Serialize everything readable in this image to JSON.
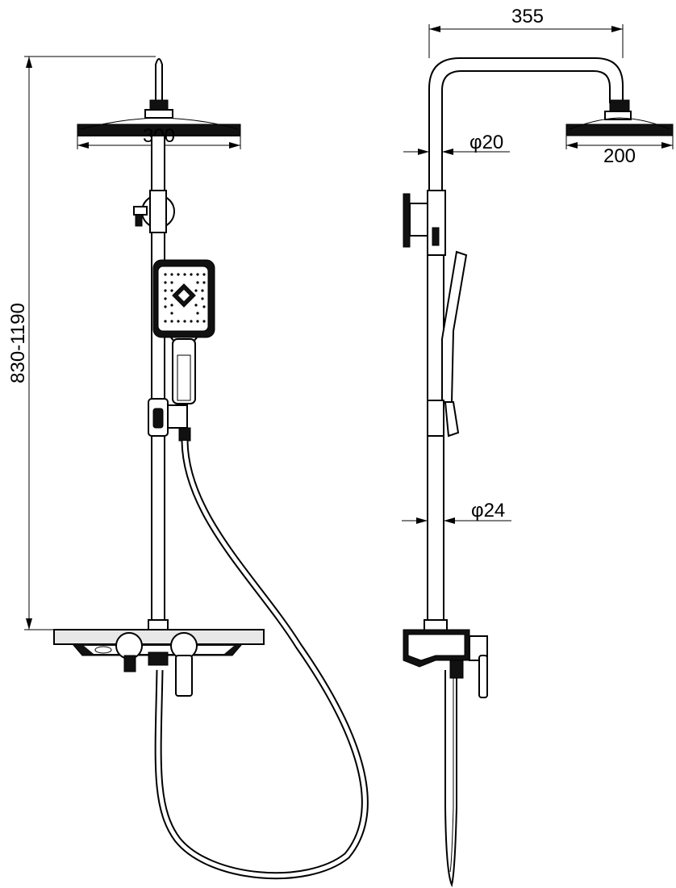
{
  "dimensions": {
    "front_head_width": "300",
    "front_height": "830-1190",
    "side_arm_reach": "355",
    "side_head_width": "200",
    "side_upper_tube_diameter": "20",
    "side_lower_tube_diameter": "24",
    "diameter_symbol": "φ"
  },
  "colors": {
    "line": "#000000",
    "fill_dark": "#111111",
    "fill_light": "#e8e8e8",
    "background": "#ffffff"
  }
}
